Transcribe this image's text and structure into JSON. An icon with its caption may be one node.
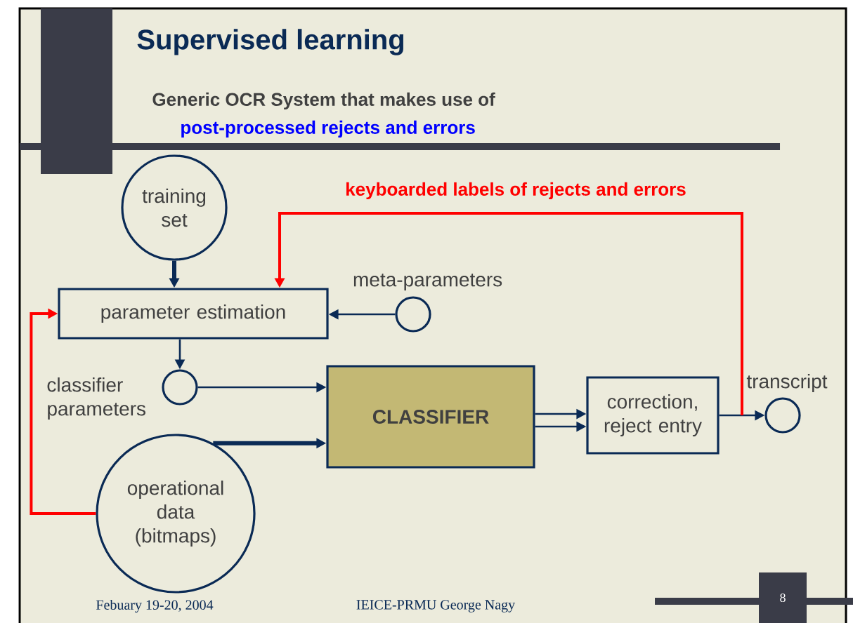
{
  "diagram": {
    "title": "Supervised learning",
    "nodes": [
      {
        "text": [
          "training set"
        ]
      },
      {
        "text": [
          "parameter estimation"
        ]
      },
      {
        "text": [],
        "shape": "circle",
        "beside": [
          "meta-parameters"
        ]
      },
      {
        "text": [],
        "shape": "circle",
        "beside": [
          "classifier parameters"
        ]
      },
      {
        "text": [
          "CLASSIFIER"
        ]
      },
      {
        "text": [
          "operational data (bitmaps)"
        ]
      },
      {
        "text": [
          "correction, reject entry"
        ]
      },
      {
        "text": [],
        "shape": "circle",
        "beside": [
          "transcript"
        ]
      }
    ],
    "edges": [
      {
        "from": 0,
        "to": 1,
        "arrow": "to",
        "style": "thick"
      },
      {
        "from": 2,
        "to": 1,
        "arrow": "to"
      },
      {
        "from": 1,
        "to": 3,
        "arrow": "to"
      },
      {
        "from": 3,
        "to": 4,
        "arrow": "to"
      },
      {
        "from": 5,
        "to": 4,
        "arrow": "to",
        "style": "thick"
      },
      {
        "from": 4,
        "to": 6,
        "arrow": "to"
      },
      {
        "from": 4,
        "to": 6,
        "arrow": "to"
      },
      {
        "from": 6,
        "to": 7,
        "arrow": "to"
      },
      {
        "from": 6,
        "to": 1,
        "arrow": "to",
        "label": "keyboarded labels of rejects and errors",
        "color": "#ff0000"
      },
      {
        "from": 5,
        "to": 1,
        "arrow": "to",
        "color": "#ff0000"
      }
    ],
    "labels": [
      "Generic OCR System that makes use of",
      "post-processed rejects and errors",
      "Febuary 19-20, 2004",
      "IEICE-PRMU  George Nagy",
      "8"
    ]
  }
}
